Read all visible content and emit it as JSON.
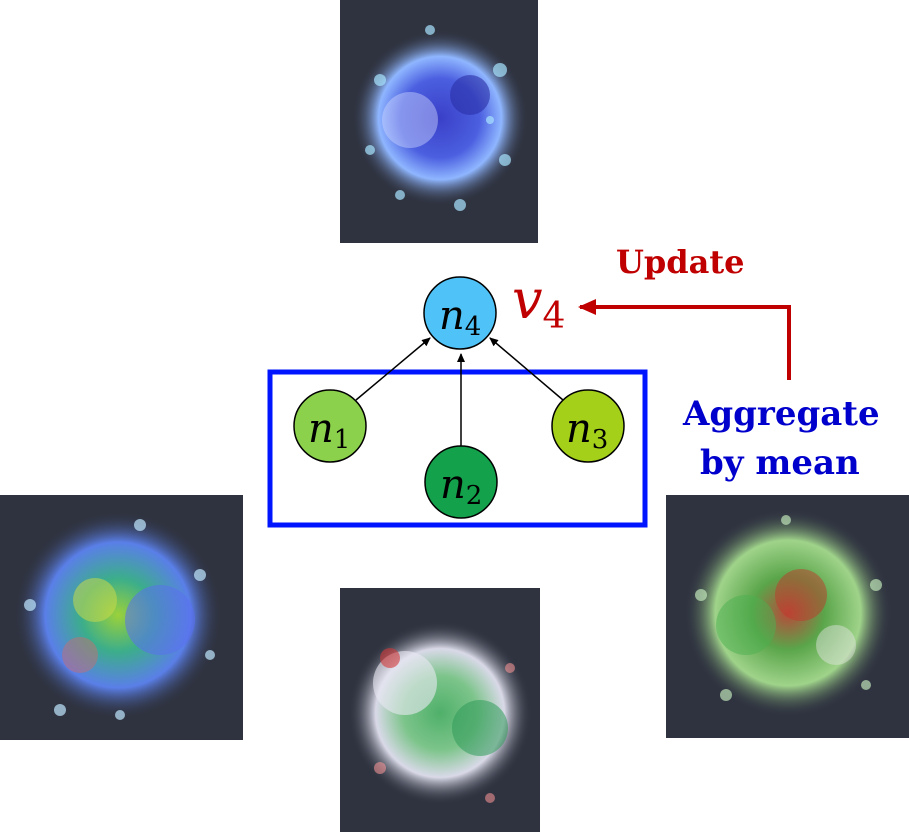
{
  "nodes": {
    "n4": {
      "letter": "n",
      "sub": "4",
      "color": "#4fc3f7"
    },
    "n1": {
      "letter": "n",
      "sub": "1",
      "color": "#8bd14b"
    },
    "n2": {
      "letter": "n",
      "sub": "2",
      "color": "#13a14b"
    },
    "n3": {
      "letter": "n",
      "sub": "3",
      "color": "#a4d01a"
    }
  },
  "v4": {
    "letter": "v",
    "sub": "4",
    "color": "#c00000"
  },
  "labels": {
    "update": "Update",
    "aggregate_line1": "Aggregate",
    "aggregate_line2": "by mean"
  },
  "colors": {
    "update": "#c00000",
    "aggregate": "#0000cc",
    "box": "#0015ff",
    "tile_bg": "#2f3340"
  },
  "images": [
    {
      "name": "top-cell-image",
      "dominant": "blue"
    },
    {
      "name": "left-cell-image",
      "dominant": "green-blue"
    },
    {
      "name": "bottom-cell-image",
      "dominant": "white-green"
    },
    {
      "name": "right-cell-image",
      "dominant": "green-red"
    }
  ]
}
